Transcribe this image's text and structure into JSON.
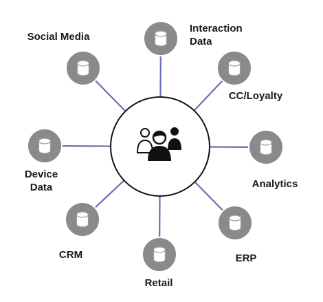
{
  "colors": {
    "connector": "#6a6fb4",
    "node_fill": "#8a8a8a",
    "node_stroke": "#ffffff",
    "db_fill": "#ffffff",
    "db_stroke": "#9a9a9a",
    "hub_fill": "#ffffff",
    "hub_stroke": "#111111",
    "people_fill": "#111111",
    "label": "#1a1a1a"
  },
  "hub": {
    "icon": "people-group-icon"
  },
  "nodes": [
    {
      "id": "social-media",
      "icon": "database-icon",
      "label_lines": [
        "Social Media"
      ]
    },
    {
      "id": "interaction-data",
      "icon": "database-icon",
      "label_lines": [
        "Interaction",
        "Data"
      ]
    },
    {
      "id": "cc-loyalty",
      "icon": "database-icon",
      "label_lines": [
        "CC/Loyalty"
      ]
    },
    {
      "id": "analytics",
      "icon": "database-icon",
      "label_lines": [
        "Analytics"
      ]
    },
    {
      "id": "erp",
      "icon": "database-icon",
      "label_lines": [
        "ERP"
      ]
    },
    {
      "id": "retail",
      "icon": "database-icon",
      "label_lines": [
        "Retail"
      ]
    },
    {
      "id": "crm",
      "icon": "database-icon",
      "label_lines": [
        "CRM"
      ]
    },
    {
      "id": "device-data",
      "icon": "database-icon",
      "label_lines": [
        "Device",
        "Data"
      ]
    }
  ]
}
